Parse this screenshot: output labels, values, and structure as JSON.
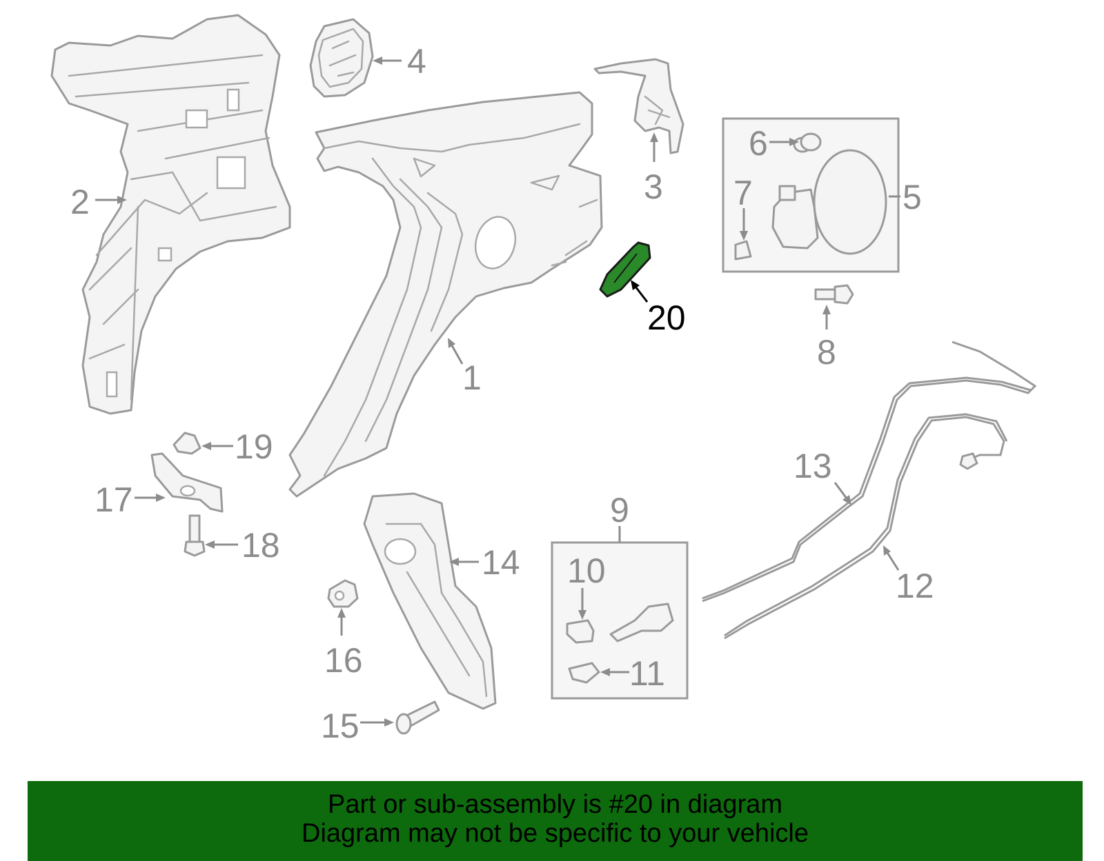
{
  "callouts": {
    "c1": "1",
    "c2": "2",
    "c3": "3",
    "c4": "4",
    "c5": "5",
    "c6": "6",
    "c7": "7",
    "c8": "8",
    "c9": "9",
    "c10": "10",
    "c11": "11",
    "c12": "12",
    "c13": "13",
    "c14": "14",
    "c15": "15",
    "c16": "16",
    "c17": "17",
    "c18": "18",
    "c19": "19",
    "c20": "20"
  },
  "highlighted_part": "20",
  "colors": {
    "highlight_part": "#2a8a2a",
    "banner_background": "#0d6b0d",
    "parts_stroke": "#9a9a9a",
    "label_gray": "#8c8c8c"
  },
  "banner": {
    "line1": "Part or sub-assembly is #20 in diagram",
    "line2": "Diagram may not be specific to your vehicle"
  }
}
